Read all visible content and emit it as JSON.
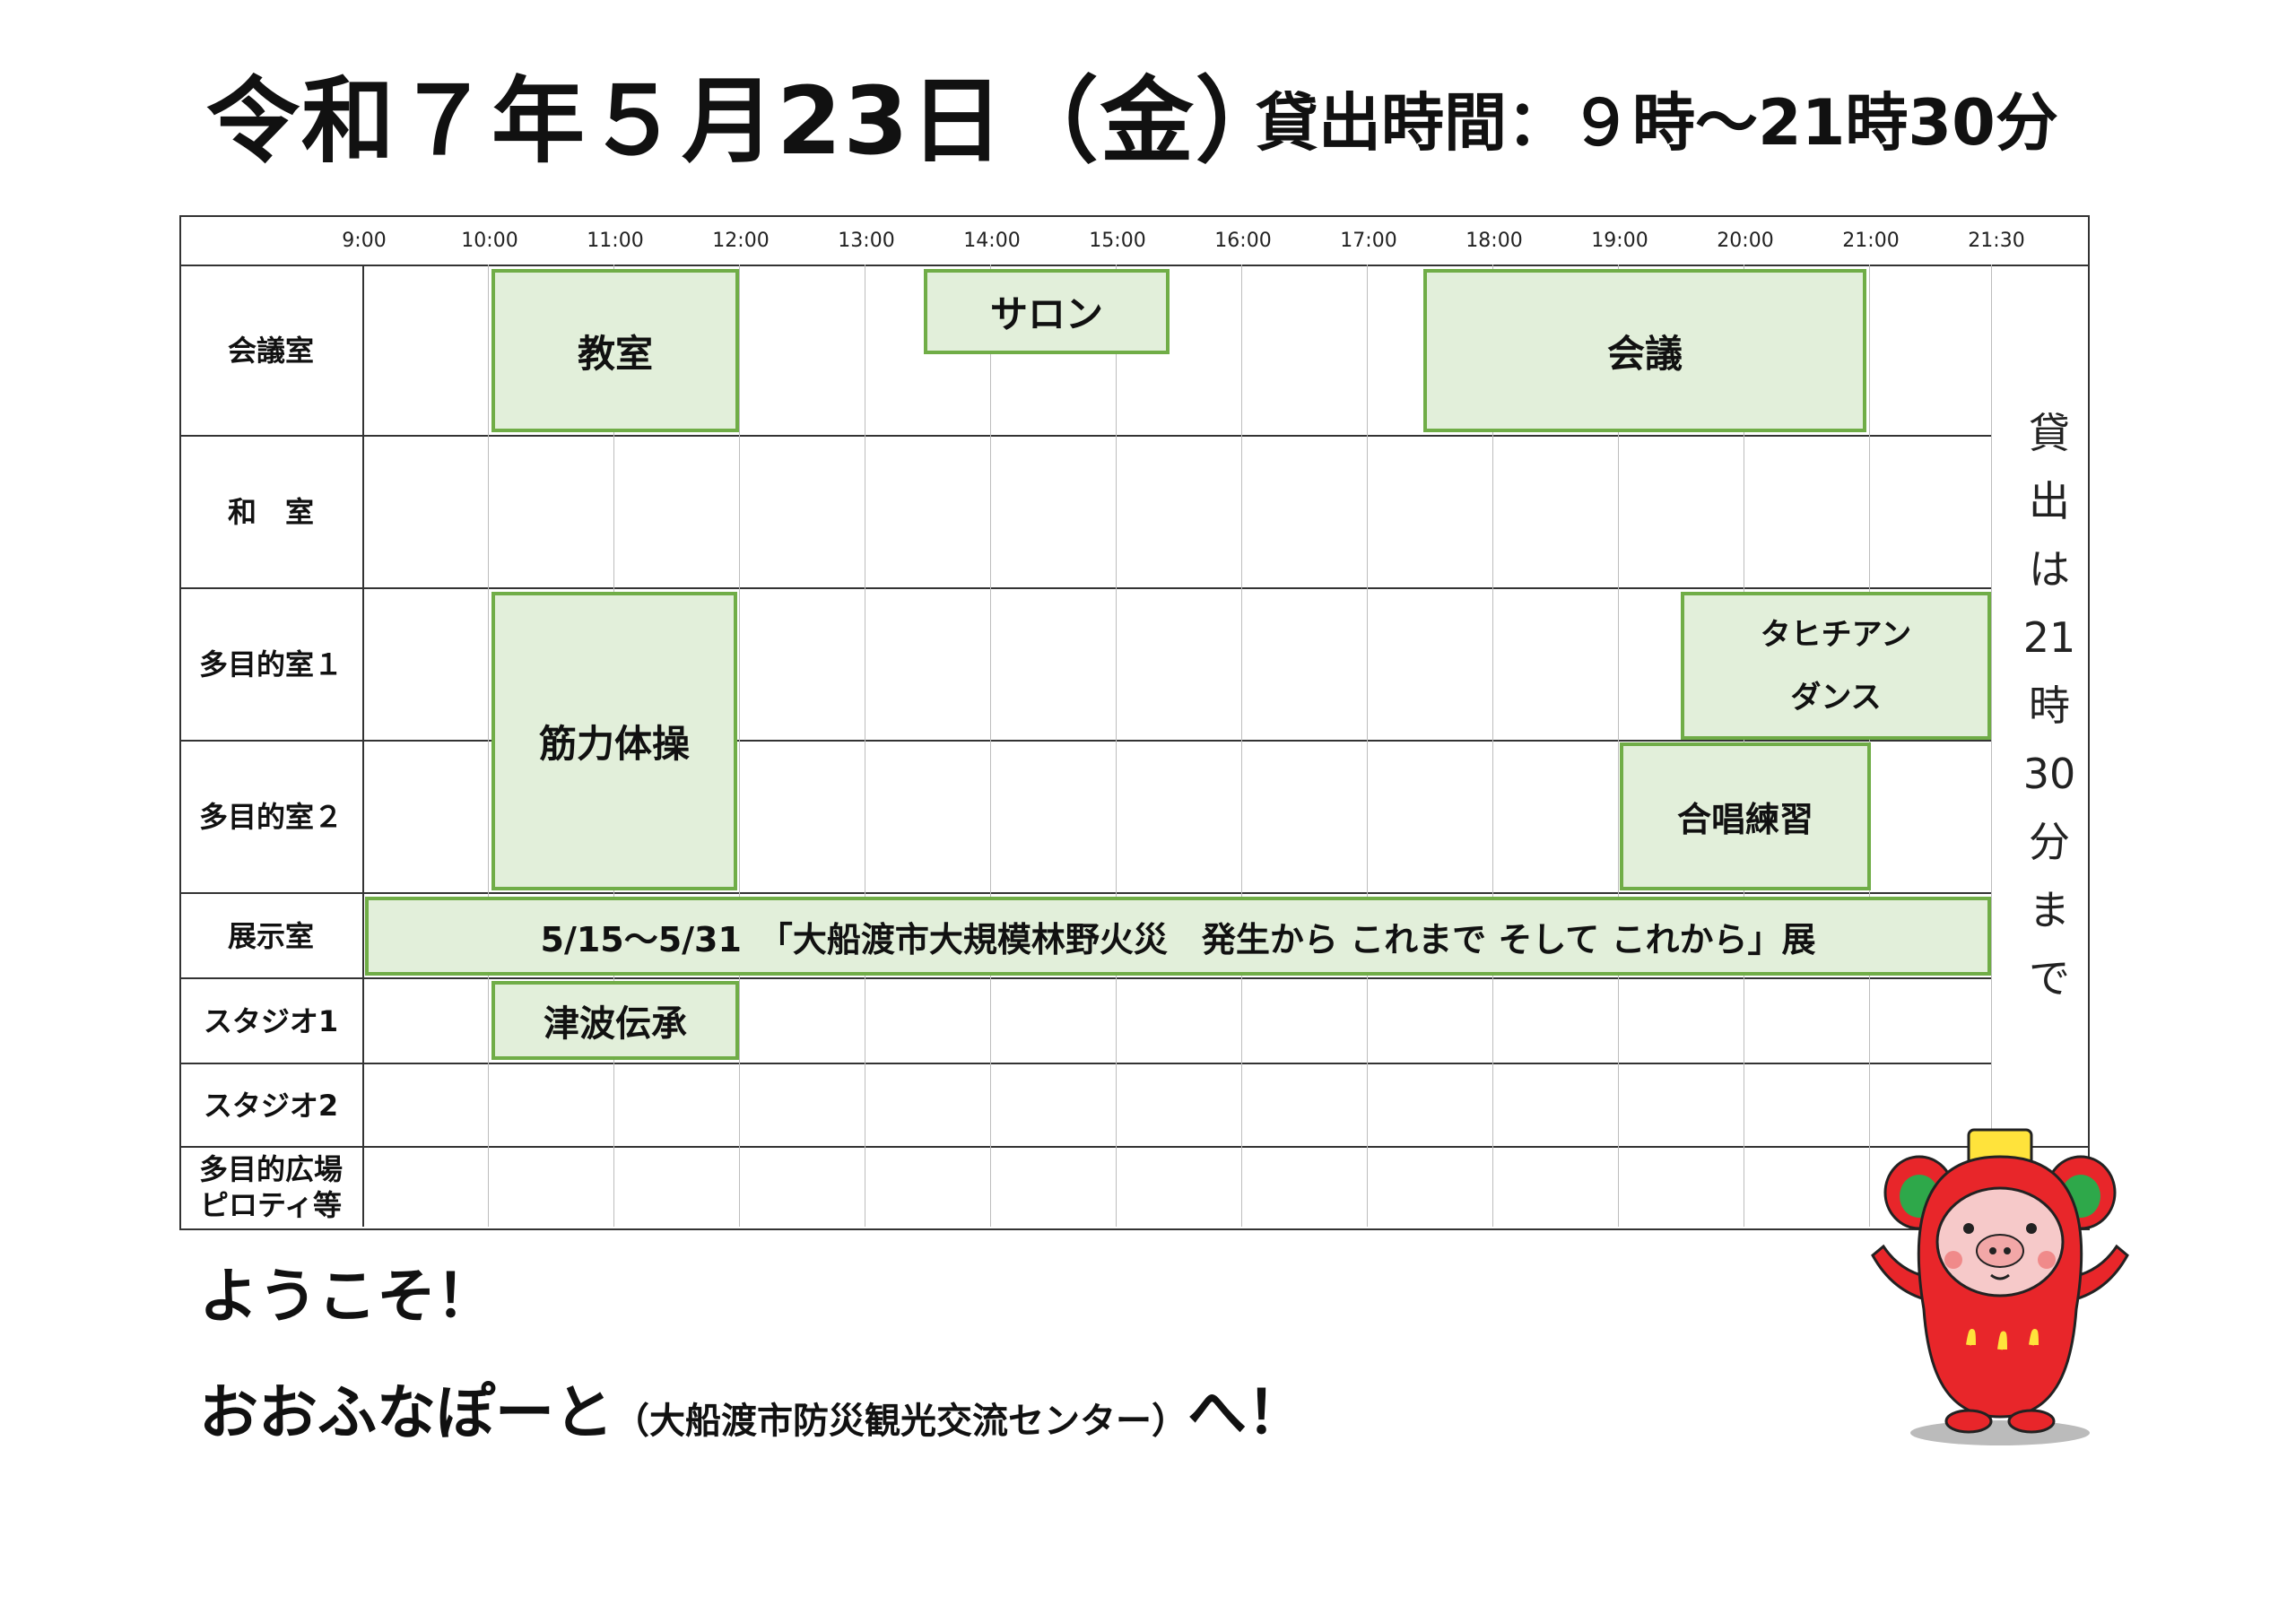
{
  "header": {
    "date_title": "令和７年５月23日（金）",
    "hours_text": "貸出時間：９時～21時30分"
  },
  "schedule": {
    "times": [
      "9:00",
      "10:00",
      "11:00",
      "12:00",
      "13:00",
      "14:00",
      "15:00",
      "16:00",
      "17:00",
      "18:00",
      "19:00",
      "20:00",
      "21:00",
      "21:30"
    ],
    "rooms": [
      "会議室",
      "和　室",
      "多目的室１",
      "多目的室２",
      "展示室",
      "スタジオ1",
      "スタジオ2",
      "多目的広場\nピロティ等"
    ],
    "events": [
      {
        "room": "会議室",
        "label": "教室"
      },
      {
        "room": "会議室",
        "label": "サロン"
      },
      {
        "room": "会議室",
        "label": "会議"
      },
      {
        "room": "多目的室１・多目的室２",
        "label": "筋力体操"
      },
      {
        "room": "多目的室１",
        "label": "タヒチアン\nダンス"
      },
      {
        "room": "多目的室２",
        "label": "合唱練習"
      },
      {
        "room": "展示室",
        "label": "5/15～5/31　「大船渡市大規模林野火災　発生から これまで そして これから」展"
      },
      {
        "room": "スタジオ1",
        "label": "津波伝承"
      }
    ],
    "vertical_note": [
      "貸",
      "出",
      "は",
      "21",
      "時",
      "30",
      "分",
      "ま",
      "で"
    ]
  },
  "footer": {
    "welcome_line1": "ようこそ！",
    "welcome_line2_main": "おおふなぽーと",
    "welcome_line2_sub": "（大船渡市防災観光交流センター）",
    "welcome_line2_end": "へ！"
  },
  "colors": {
    "event_fill": "#e2efda",
    "event_border": "#70ad47",
    "mascot_red": "#e8262a",
    "mascot_green": "#2ea84a",
    "mascot_yellow": "#ffe33b"
  },
  "icons": {
    "mascot": "red-daruma-pig-mascot"
  }
}
